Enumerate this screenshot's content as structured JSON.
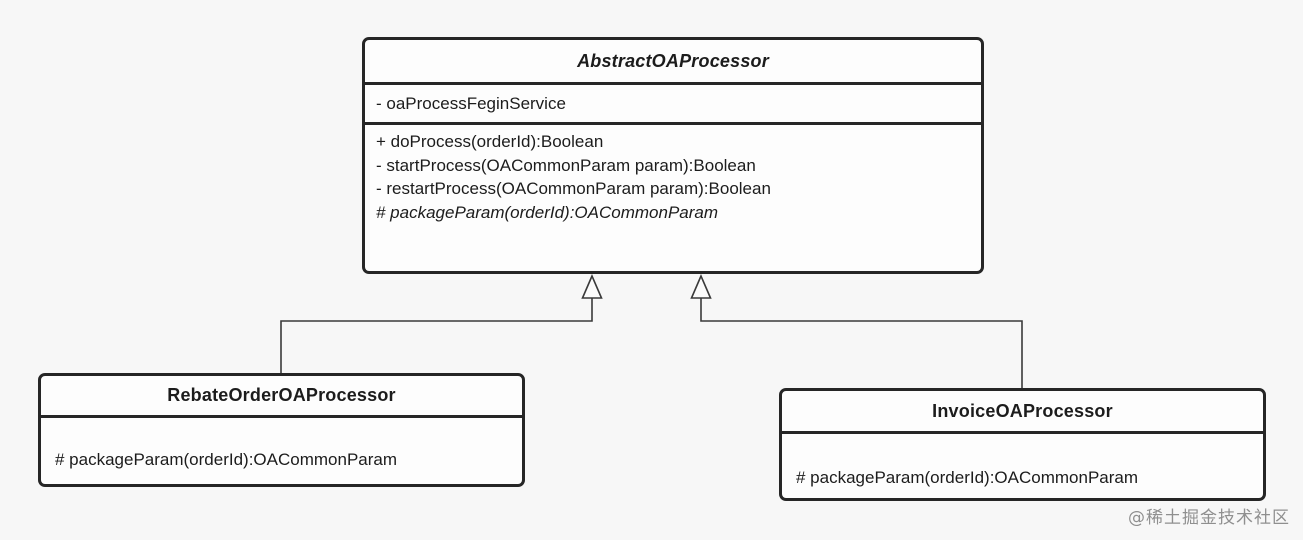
{
  "diagram": {
    "type": "uml-class-diagram",
    "nodes": [
      {
        "id": "AbstractOAProcessor",
        "title": "AbstractOAProcessor",
        "stereotype": "abstract-class",
        "fields": [
          "- oaProcessFeginService"
        ],
        "methods": [
          "+ doProcess(orderId):Boolean",
          "",
          "- startProcess(OACommonParam param):Boolean",
          "- restartProcess(OACommonParam param):Boolean",
          "",
          "# packageParam(orderId):OACommonParam"
        ],
        "abstract_methods": [
          "# packageParam(orderId):OACommonParam"
        ]
      },
      {
        "id": "RebateOrderOAProcessor",
        "title": "RebateOrderOAProcessor",
        "stereotype": "concrete-class",
        "fields": [],
        "methods": [
          "# packageParam(orderId):OACommonParam"
        ]
      },
      {
        "id": "InvoiceOAProcessor",
        "title": "InvoiceOAProcessor",
        "stereotype": "concrete-class",
        "fields": [],
        "methods": [
          "# packageParam(orderId):OACommonParam"
        ]
      }
    ],
    "edges": [
      {
        "from": "RebateOrderOAProcessor",
        "to": "AbstractOAProcessor",
        "type": "generalization"
      },
      {
        "from": "InvoiceOAProcessor",
        "to": "AbstractOAProcessor",
        "type": "generalization"
      }
    ]
  },
  "watermark": "@稀土掘金技术社区",
  "colors": {
    "background": "#f7f7f7",
    "node_fill": "#fdfdfd",
    "border": "#262626",
    "text": "#1c1c1c",
    "edge": "#3a3a3a",
    "watermark": "#8f8f8f"
  }
}
